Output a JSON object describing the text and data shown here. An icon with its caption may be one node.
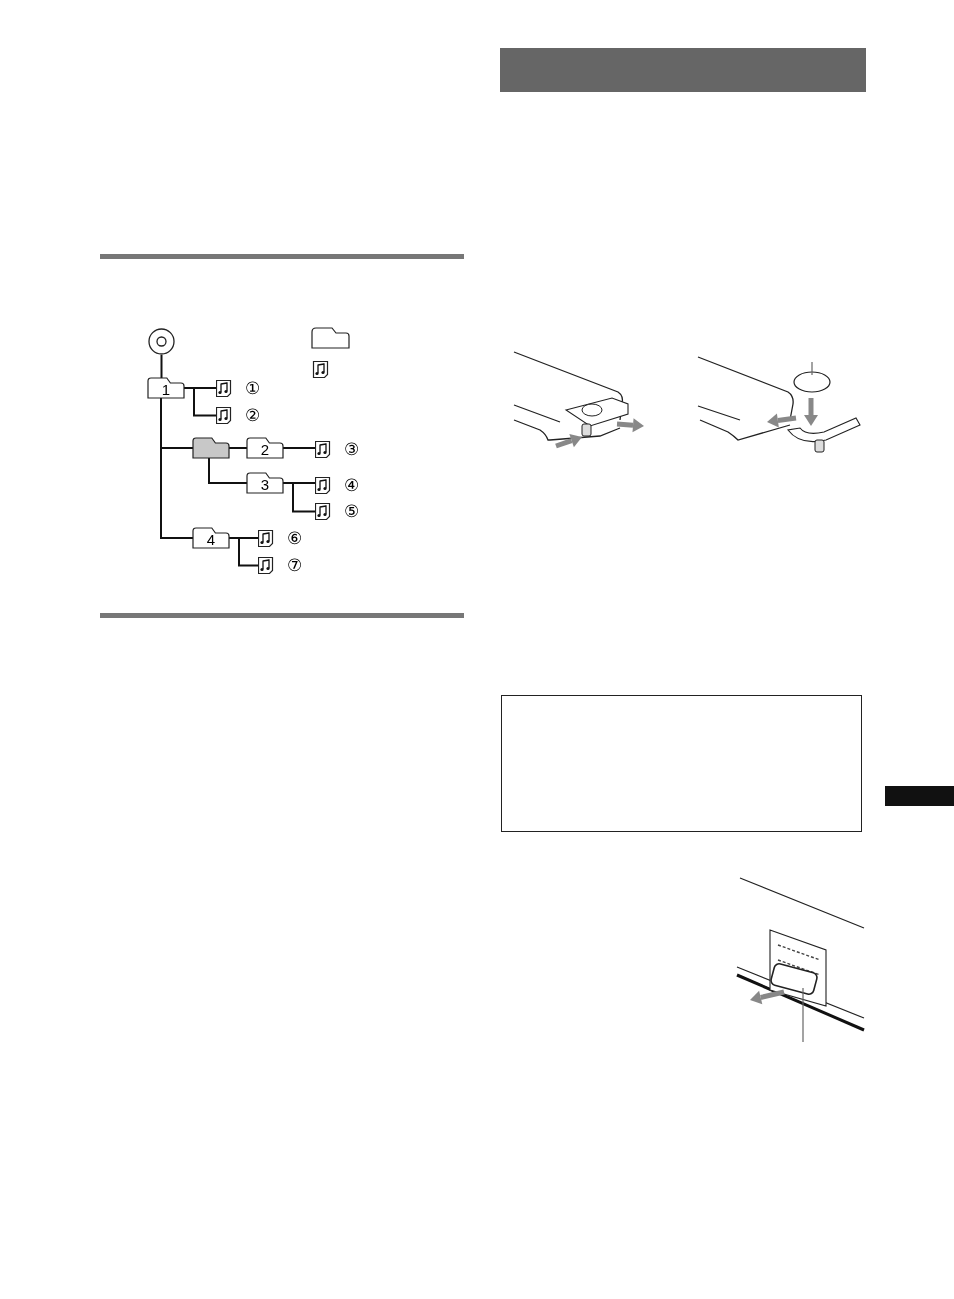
{
  "diagram": {
    "nodes": [
      {
        "text": [],
        "shape": "circle"
      },
      {
        "text": [
          "1"
        ]
      },
      {
        "text": [],
        "shape": "box",
        "beside": [
          "①"
        ]
      },
      {
        "text": [],
        "shape": "box",
        "beside": [
          "②"
        ]
      },
      {
        "text": [],
        "shape": "folder"
      },
      {
        "text": [
          "2"
        ]
      },
      {
        "text": [],
        "shape": "box",
        "beside": [
          "③"
        ]
      },
      {
        "text": [
          "3"
        ]
      },
      {
        "text": [],
        "shape": "box",
        "beside": [
          "④"
        ]
      },
      {
        "text": [],
        "shape": "box",
        "beside": [
          "⑤"
        ]
      },
      {
        "text": [
          "4"
        ]
      },
      {
        "text": [],
        "shape": "box",
        "beside": [
          "⑥"
        ]
      },
      {
        "text": [],
        "shape": "box",
        "beside": [
          "⑦"
        ]
      }
    ],
    "edges": [
      {
        "from": 0,
        "to": 1,
        "arrow": "none"
      },
      {
        "from": 1,
        "to": 2,
        "arrow": "none"
      },
      {
        "from": 1,
        "to": 3,
        "arrow": "none"
      },
      {
        "from": 1,
        "to": 4,
        "arrow": "none"
      },
      {
        "from": 4,
        "to": 5,
        "arrow": "none"
      },
      {
        "from": 5,
        "to": 6,
        "arrow": "none"
      },
      {
        "from": 4,
        "to": 7,
        "arrow": "none"
      },
      {
        "from": 7,
        "to": 8,
        "arrow": "none"
      },
      {
        "from": 7,
        "to": 9,
        "arrow": "none"
      },
      {
        "from": 1,
        "to": 10,
        "arrow": "none"
      },
      {
        "from": 10,
        "to": 11,
        "arrow": "none"
      },
      {
        "from": 10,
        "to": 12,
        "arrow": "none"
      }
    ]
  }
}
